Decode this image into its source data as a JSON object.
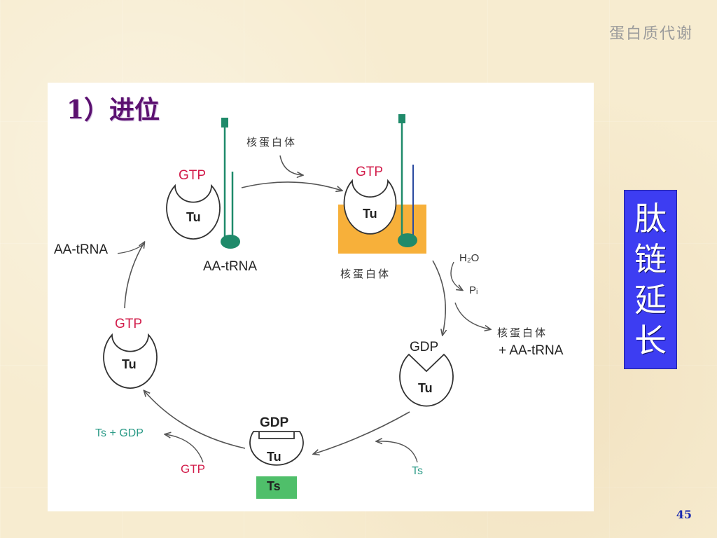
{
  "header": {
    "title": "蛋白质代谢"
  },
  "section": {
    "title": "1）进位"
  },
  "side_label": {
    "chars": [
      "肽",
      "链",
      "延",
      "长"
    ]
  },
  "page": {
    "number": "45"
  },
  "diagram": {
    "gtp": "GTP",
    "gdp": "GDP",
    "tu": "Tu",
    "ts": "Ts",
    "aa_trna": "AA-tRNA",
    "ribosome": "核蛋白体",
    "h2o": "H₂O",
    "pi": "Pᵢ",
    "ribosome_plus_aatrna": "+ AA-tRNA",
    "ts_plus_gdp": "Ts + GDP",
    "colors": {
      "gtp": "#d21c4a",
      "trna": "#1f8a6a",
      "ribosome": "#f7b03a",
      "ts_box": "#4fbf6a",
      "side_box": "#3d3df2",
      "title": "#5b1070"
    }
  }
}
